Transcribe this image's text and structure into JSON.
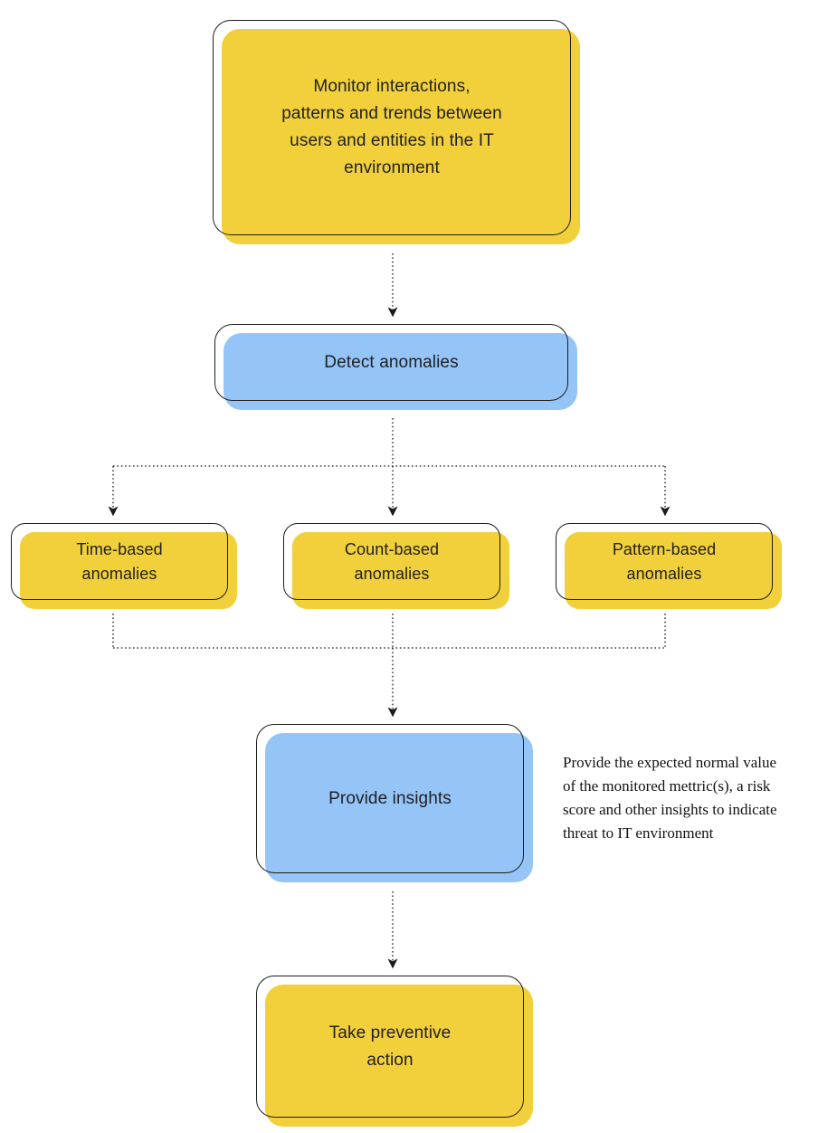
{
  "diagram": {
    "title": "UEBA anomaly detection flow",
    "background": "#ffffff",
    "palette": {
      "yellow": "#F2D03C",
      "blue": "#95C4F7",
      "stroke": "#1d1d1d",
      "text": "#202124",
      "connector": "#1b1b1b"
    }
  },
  "nodes": {
    "monitor": {
      "label": "Monitor interactions,\npatterns and trends between\nusers and entities in the IT\nenvironment",
      "color": "yellow"
    },
    "detect": {
      "label": "Detect anomalies",
      "color": "blue"
    },
    "time_based": {
      "label": "Time-based\nanomalies",
      "color": "yellow"
    },
    "count_based": {
      "label": "Count-based\nanomalies",
      "color": "yellow"
    },
    "pattern_based": {
      "label": "Pattern-based\nanomalies",
      "color": "yellow"
    },
    "insights": {
      "label": "Provide insights",
      "color": "blue"
    },
    "preventive": {
      "label": "Take preventive\naction",
      "color": "yellow"
    }
  },
  "annotation": {
    "text": "Provide the expected normal value\nof the monitored mettric(s), a risk\nscore and other insights to indicate\nthreat to IT environment"
  },
  "connectors": [
    {
      "name": "monitor-to-detect",
      "style": "dotted",
      "arrow": "down"
    },
    {
      "name": "detect-to-anomaly-branch",
      "style": "dotted",
      "arrow": "down-three"
    },
    {
      "name": "anomalies-to-insights-merge",
      "style": "dotted",
      "arrow": "down"
    },
    {
      "name": "insights-to-preventive",
      "style": "dotted",
      "arrow": "down"
    }
  ]
}
